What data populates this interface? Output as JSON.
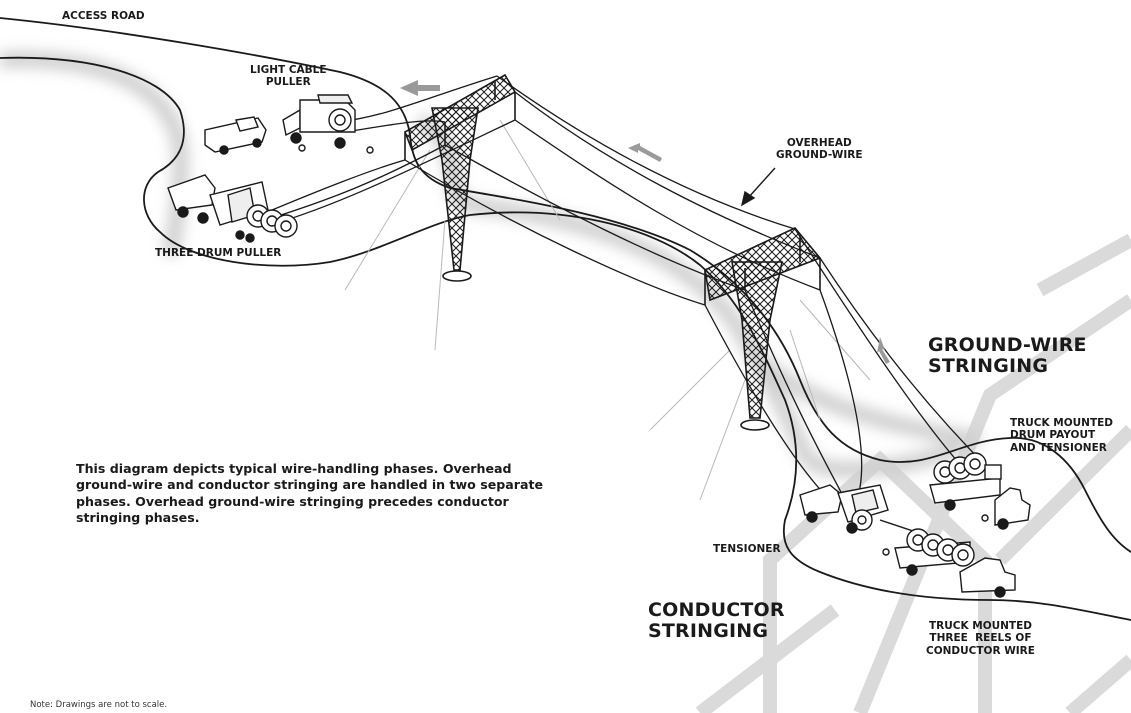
{
  "labels": {
    "access_road": "ACCESS ROAD",
    "light_cable_puller": "LIGHT CABLE\nPULLER",
    "three_drum_puller": "THREE DRUM PULLER",
    "overhead_ground_wire": "OVERHEAD\nGROUND-WIRE",
    "ground_wire_stringing": "GROUND-WIRE\nSTRINGING",
    "truck_drum_payout": "TRUCK MOUNTED\nDRUM PAYOUT\nAND TENSIONER",
    "tensioner": "TENSIONER",
    "conductor_stringing": "CONDUCTOR\nSTRINGING",
    "truck_three_reels": "TRUCK MOUNTED\nTHREE  REELS OF\nCONDUCTOR WIRE"
  },
  "description": "This diagram depicts typical wire-handling phases. Overhead ground-wire and conductor stringing are handled in two separate phases. Overhead ground-wire stringing precedes conductor stringing phases.",
  "note": "Note: Drawings are not to scale.",
  "colors": {
    "line": "#1a1a1a",
    "shadow": "#d0d0d0",
    "watermark": "#d9d9d9",
    "arrow": "#9a9a9a"
  }
}
